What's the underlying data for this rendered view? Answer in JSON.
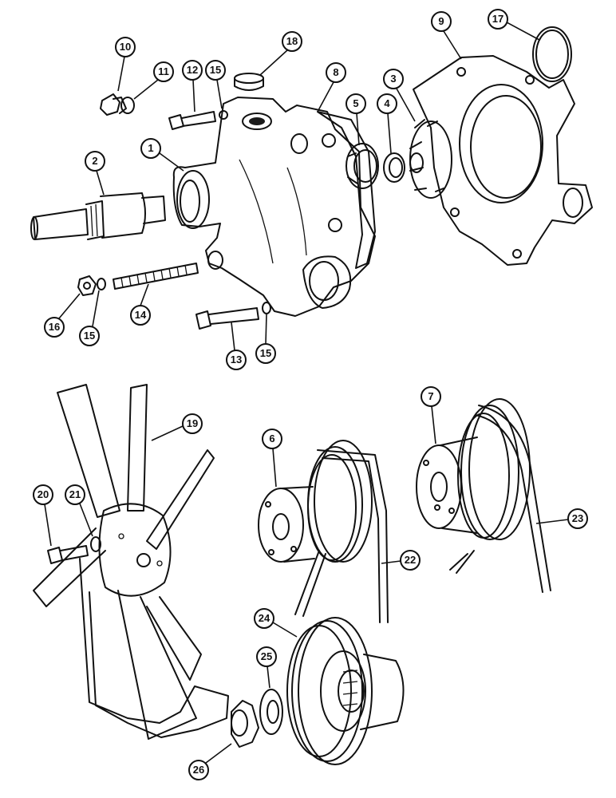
{
  "callouts": [
    {
      "n": "1",
      "part": "pump-body"
    },
    {
      "n": "2",
      "part": "shaft-bearing"
    },
    {
      "n": "3",
      "part": "impeller"
    },
    {
      "n": "4",
      "part": "seal"
    },
    {
      "n": "5",
      "part": "seal-housing"
    },
    {
      "n": "6",
      "part": "small-pulley"
    },
    {
      "n": "7",
      "part": "large-pulley"
    },
    {
      "n": "8",
      "part": "gasket"
    },
    {
      "n": "9",
      "part": "back-plate"
    },
    {
      "n": "10",
      "part": "plug"
    },
    {
      "n": "11",
      "part": "plug-washer"
    },
    {
      "n": "12",
      "part": "upper-bolt"
    },
    {
      "n": "13",
      "part": "lower-bolt"
    },
    {
      "n": "14",
      "part": "stud"
    },
    {
      "n": "15",
      "part": "washer"
    },
    {
      "n": "16",
      "part": "nut"
    },
    {
      "n": "17",
      "part": "o-ring"
    },
    {
      "n": "18",
      "part": "cap"
    },
    {
      "n": "19",
      "part": "fan"
    },
    {
      "n": "20",
      "part": "fan-bolt"
    },
    {
      "n": "21",
      "part": "fan-washer"
    },
    {
      "n": "22",
      "part": "belt-small"
    },
    {
      "n": "23",
      "part": "belt-large"
    },
    {
      "n": "24",
      "part": "crank-pulley"
    },
    {
      "n": "25",
      "part": "crank-washer"
    },
    {
      "n": "26",
      "part": "crank-nut"
    }
  ]
}
